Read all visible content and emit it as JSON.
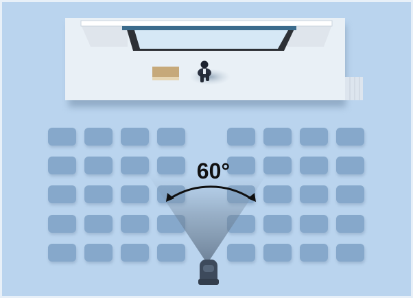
{
  "diagram": {
    "angle_label": "60°",
    "rows": 5,
    "seats_per_block_row": 4,
    "colors": {
      "background": "#bad4ee",
      "border": "#e8f0f8",
      "seat": "#86a8cb",
      "stage": "#e9f0f6",
      "screen_frame": "#2d3035",
      "screen_glass": "#d6e8f6",
      "screen_rail": "#3b6b8c",
      "podium": "#c6a97a",
      "camera": "#3d4a5c",
      "field_of_view": "#5f7287",
      "arrow": "#0f0f0f"
    },
    "icons": {
      "presenter": "presenter-figure-icon",
      "camera": "camera-icon",
      "podium": "podium-icon"
    }
  }
}
